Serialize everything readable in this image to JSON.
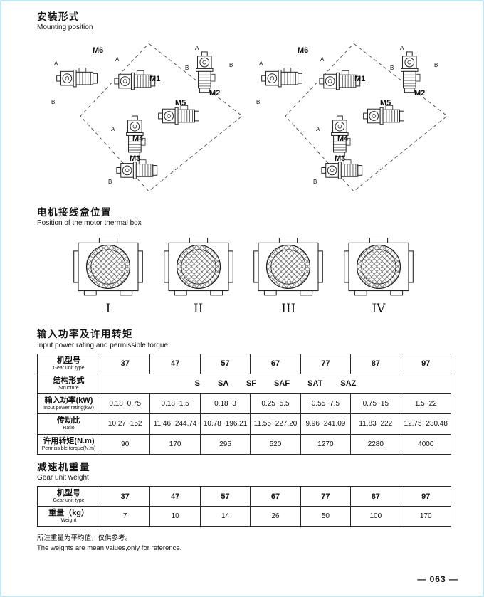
{
  "page": {
    "number_label": "— 063 —"
  },
  "mounting": {
    "title_zh": "安装形式",
    "title_en": "Mounting position",
    "letter_a": "A",
    "letter_b": "B",
    "labels": {
      "m1": "M1",
      "m2": "M2",
      "m3": "M3",
      "m4": "M4",
      "m5": "M5",
      "m6": "M6"
    }
  },
  "thermal_box": {
    "title_zh": "电机接线盒位置",
    "title_en": "Position of the motor thermal box",
    "positions": [
      "I",
      "II",
      "III",
      "IV"
    ]
  },
  "power_table": {
    "title_zh": "输入功率及许用转矩",
    "title_en": "Input power rating and permissible torque",
    "row_headers": [
      {
        "zh": "机型号",
        "en": "Gear unit type"
      },
      {
        "zh": "结构形式",
        "en": "Structure"
      },
      {
        "zh": "输入功率(kW)",
        "en": "Input power rating(kW)"
      },
      {
        "zh": "传动比",
        "en": "Ratio"
      },
      {
        "zh": "许用转矩(N.m)",
        "en": "Permissible torque(N.m)"
      }
    ],
    "models": [
      "37",
      "47",
      "57",
      "67",
      "77",
      "87",
      "97"
    ],
    "structure": "S SA SF SAF SAT SAZ",
    "input_power": [
      "0.18~0.75",
      "0.18~1.5",
      "0.18~3",
      "0.25~5.5",
      "0.55~7.5",
      "0.75~15",
      "1.5~22"
    ],
    "ratio": [
      "10.27~152",
      "11.46~244.74",
      "10.78~196.21",
      "11.55~227.20",
      "9.96~241.09",
      "11.83~222",
      "12.75~230.48"
    ],
    "torque": [
      "90",
      "170",
      "295",
      "520",
      "1270",
      "2280",
      "4000"
    ]
  },
  "weight_table": {
    "title_zh": "减速机重量",
    "title_en": "Gear unit weight",
    "row_headers": [
      {
        "zh": "机型号",
        "en": "Gear unit type"
      },
      {
        "zh": "重量（kg）",
        "en": "Weight"
      }
    ],
    "models": [
      "37",
      "47",
      "57",
      "67",
      "77",
      "87",
      "97"
    ],
    "weights": [
      "7",
      "10",
      "14",
      "26",
      "50",
      "100",
      "170"
    ]
  },
  "footnote": {
    "zh": "所注重量为平均值，仅供参考。",
    "en": "The weights are mean values,only for reference."
  }
}
